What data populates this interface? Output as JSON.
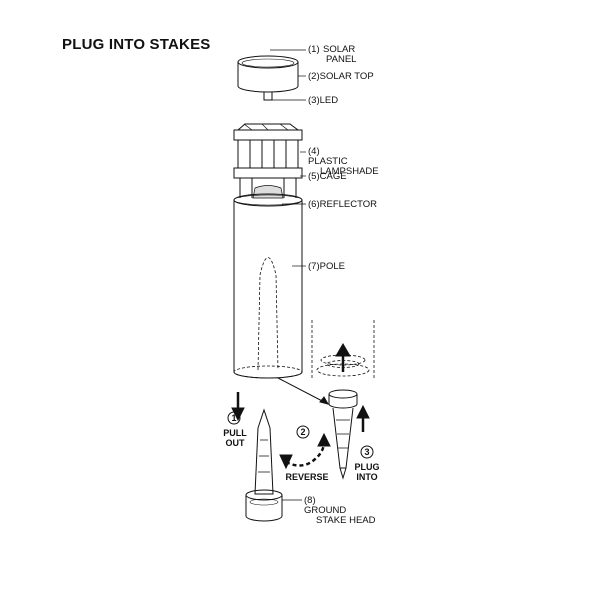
{
  "title": "PLUG INTO STAKES",
  "parts": [
    {
      "num": "(1)",
      "lines": [
        "SOLAR",
        "PANEL"
      ]
    },
    {
      "num": "(2)",
      "lines": [
        "SOLAR TOP"
      ]
    },
    {
      "num": "(3)",
      "lines": [
        "LED"
      ]
    },
    {
      "num": "(4)",
      "lines": [
        "PLASTIC",
        "LAMPSHADE"
      ]
    },
    {
      "num": "(5)",
      "lines": [
        "CAGE"
      ]
    },
    {
      "num": "(6)",
      "lines": [
        "REFLECTOR"
      ]
    },
    {
      "num": "(7)",
      "lines": [
        "POLE"
      ]
    },
    {
      "num": "(8)",
      "lines": [
        "GROUND",
        "STAKE HEAD"
      ]
    }
  ],
  "steps": [
    {
      "num": "1",
      "lines": [
        "PULL",
        "OUT"
      ]
    },
    {
      "num": "2",
      "lines": [
        "REVERSE"
      ]
    },
    {
      "num": "3",
      "lines": [
        "PLUG",
        "INTO"
      ]
    }
  ]
}
